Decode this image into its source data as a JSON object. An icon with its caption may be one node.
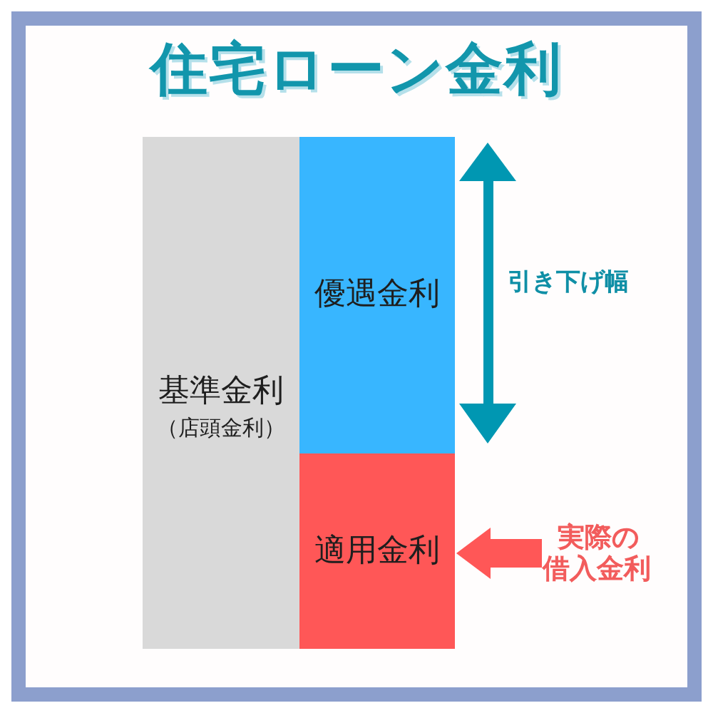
{
  "diagram": {
    "title": "住宅ローン金利",
    "nodes": [
      {
        "text": [
          "基準金利",
          "（店頭金利）"
        ]
      },
      {
        "text": [
          "優遇金利"
        ]
      },
      {
        "text": [
          "適用金利"
        ]
      },
      {
        "text": [
          "実際の借入金利"
        ]
      }
    ],
    "edges": [
      {
        "from": 3,
        "to": 2,
        "arrow": "to"
      }
    ],
    "labels": [
      "引き下げ幅"
    ]
  }
}
